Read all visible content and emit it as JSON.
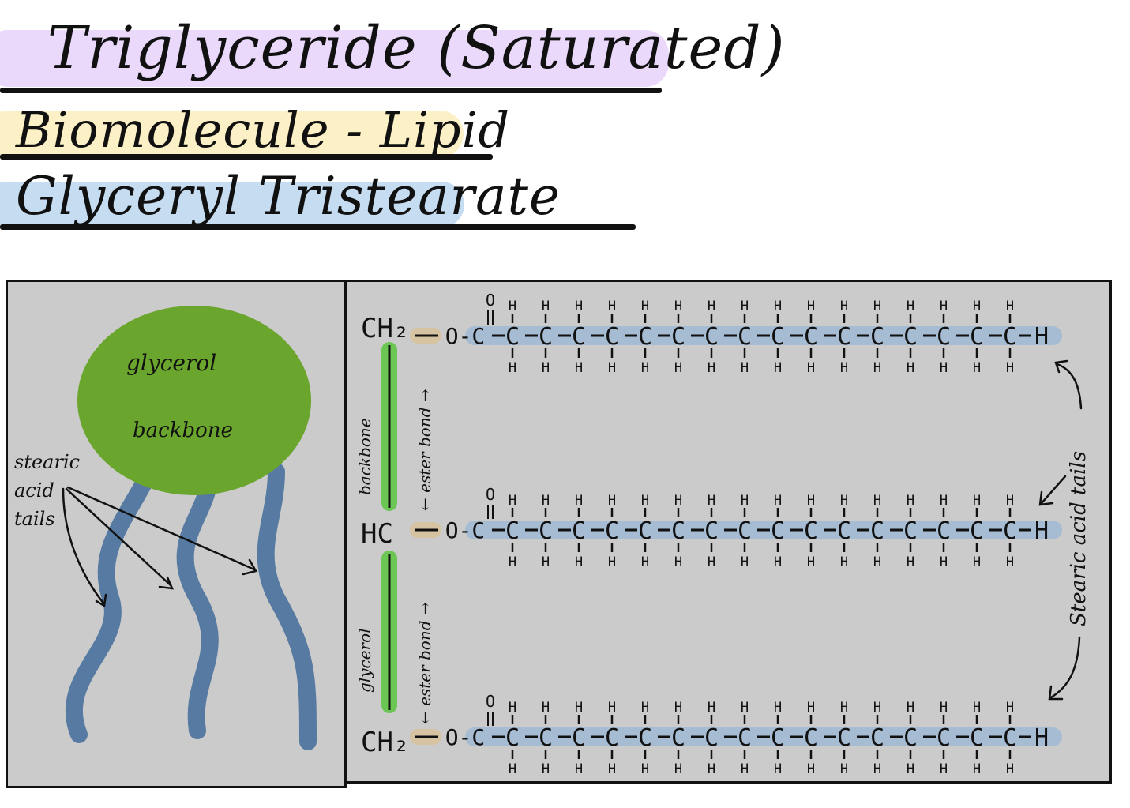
{
  "titles": {
    "line1": "Triglyceride (Saturated)",
    "line2": "Biomolecule - Lipid",
    "line3": "Glyceryl Tristearate"
  },
  "colors": {
    "highlight_purple": "#ead9fb",
    "highlight_yellow": "#fcf0c6",
    "highlight_blue": "#c6dcf1",
    "panel_bg": "#cbcbcb",
    "glycerol_green": "#6aa52d",
    "tail_blue": "#567aa1",
    "backbone_green": "#6cc654",
    "ester_tan": "#d6c3a1",
    "chain_highlight": "#a6bcd3"
  },
  "left_panel": {
    "head_label_1": "glycerol",
    "head_label_2": "backbone",
    "tails_label_1": "stearic",
    "tails_label_2": "acid",
    "tails_label_3": "tails"
  },
  "right_panel": {
    "row1_head": "CH₂",
    "row2_head": "HC",
    "row3_head": "CH₂",
    "carbonyl": "O-C",
    "double_bond_o": "O",
    "chain_h": "H",
    "chain_c": "C",
    "terminal_h": "H",
    "backbone_label": "backbone",
    "glycerol_label": "glycerol",
    "ester_bond_label": "← ester bond →",
    "side_label": "Stearic acid tails"
  }
}
